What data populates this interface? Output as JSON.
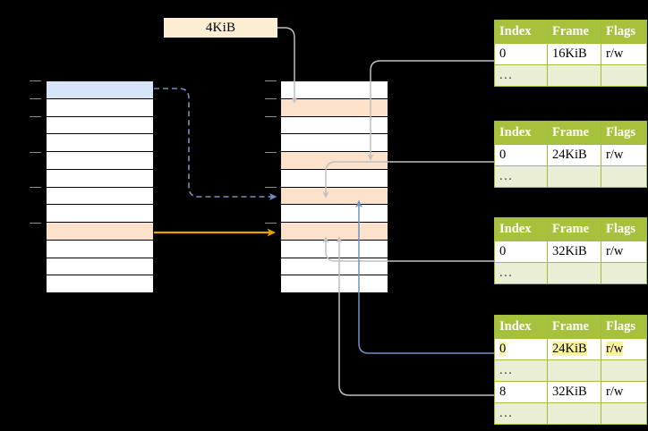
{
  "diagram": {
    "title_label": "4KiB",
    "colors": {
      "background": "#000000",
      "row_selected_blue": "#d7e5f8",
      "row_highlight_peach": "#fce2cb",
      "table_header_green": "#a6c23c",
      "table_alt_row": "#e9eed5",
      "text_highlight_yellow": "#fbf3a0",
      "wire_gray": "#b0b0b0",
      "wire_blue": "#6f93c4",
      "wire_orange": "#e8a200"
    },
    "virtual_column": {
      "name": "virtual-address-column",
      "row_count": 12,
      "rows": [
        {
          "index": 0,
          "fill": "blue"
        },
        {
          "index": 1,
          "fill": "white"
        },
        {
          "index": 2,
          "fill": "white"
        },
        {
          "index": 3,
          "fill": "white"
        },
        {
          "index": 4,
          "fill": "white"
        },
        {
          "index": 5,
          "fill": "white"
        },
        {
          "index": 6,
          "fill": "white"
        },
        {
          "index": 7,
          "fill": "white"
        },
        {
          "index": 8,
          "fill": "peach"
        },
        {
          "index": 9,
          "fill": "white"
        },
        {
          "index": 10,
          "fill": "white"
        },
        {
          "index": 11,
          "fill": "white"
        }
      ]
    },
    "physical_column": {
      "name": "physical-memory-column",
      "row_count": 12,
      "rows": [
        {
          "index": 0,
          "fill": "white"
        },
        {
          "index": 1,
          "fill": "peach"
        },
        {
          "index": 2,
          "fill": "white"
        },
        {
          "index": 3,
          "fill": "white"
        },
        {
          "index": 4,
          "fill": "peach"
        },
        {
          "index": 5,
          "fill": "white"
        },
        {
          "index": 6,
          "fill": "peach"
        },
        {
          "index": 7,
          "fill": "white"
        },
        {
          "index": 8,
          "fill": "peach"
        },
        {
          "index": 9,
          "fill": "white"
        },
        {
          "index": 10,
          "fill": "white"
        },
        {
          "index": 11,
          "fill": "white"
        }
      ]
    },
    "tables": [
      {
        "name": "page-table-1",
        "headers": [
          "Index",
          "Frame",
          "Flags"
        ],
        "rows": [
          {
            "cells": [
              "0",
              "16KiB",
              "r/w"
            ],
            "style": "normal"
          },
          {
            "cells": [
              "...",
              "",
              ""
            ],
            "style": "dots"
          }
        ]
      },
      {
        "name": "page-table-2",
        "headers": [
          "Index",
          "Frame",
          "Flags"
        ],
        "rows": [
          {
            "cells": [
              "0",
              "24KiB",
              "r/w"
            ],
            "style": "normal"
          },
          {
            "cells": [
              "...",
              "",
              ""
            ],
            "style": "dots"
          }
        ]
      },
      {
        "name": "page-table-3",
        "headers": [
          "Index",
          "Frame",
          "Flags"
        ],
        "rows": [
          {
            "cells": [
              "0",
              "32KiB",
              "r/w"
            ],
            "style": "normal"
          },
          {
            "cells": [
              "...",
              "",
              ""
            ],
            "style": "dots"
          }
        ]
      },
      {
        "name": "page-table-4",
        "headers": [
          "Index",
          "Frame",
          "Flags"
        ],
        "rows": [
          {
            "cells": [
              "0",
              "24KiB",
              "r/w"
            ],
            "style": "highlight"
          },
          {
            "cells": [
              "...",
              "",
              ""
            ],
            "style": "dots"
          },
          {
            "cells": [
              "8",
              "32KiB",
              "r/w"
            ],
            "style": "normal"
          },
          {
            "cells": [
              "...",
              "",
              ""
            ],
            "style": "dots"
          }
        ]
      }
    ]
  }
}
